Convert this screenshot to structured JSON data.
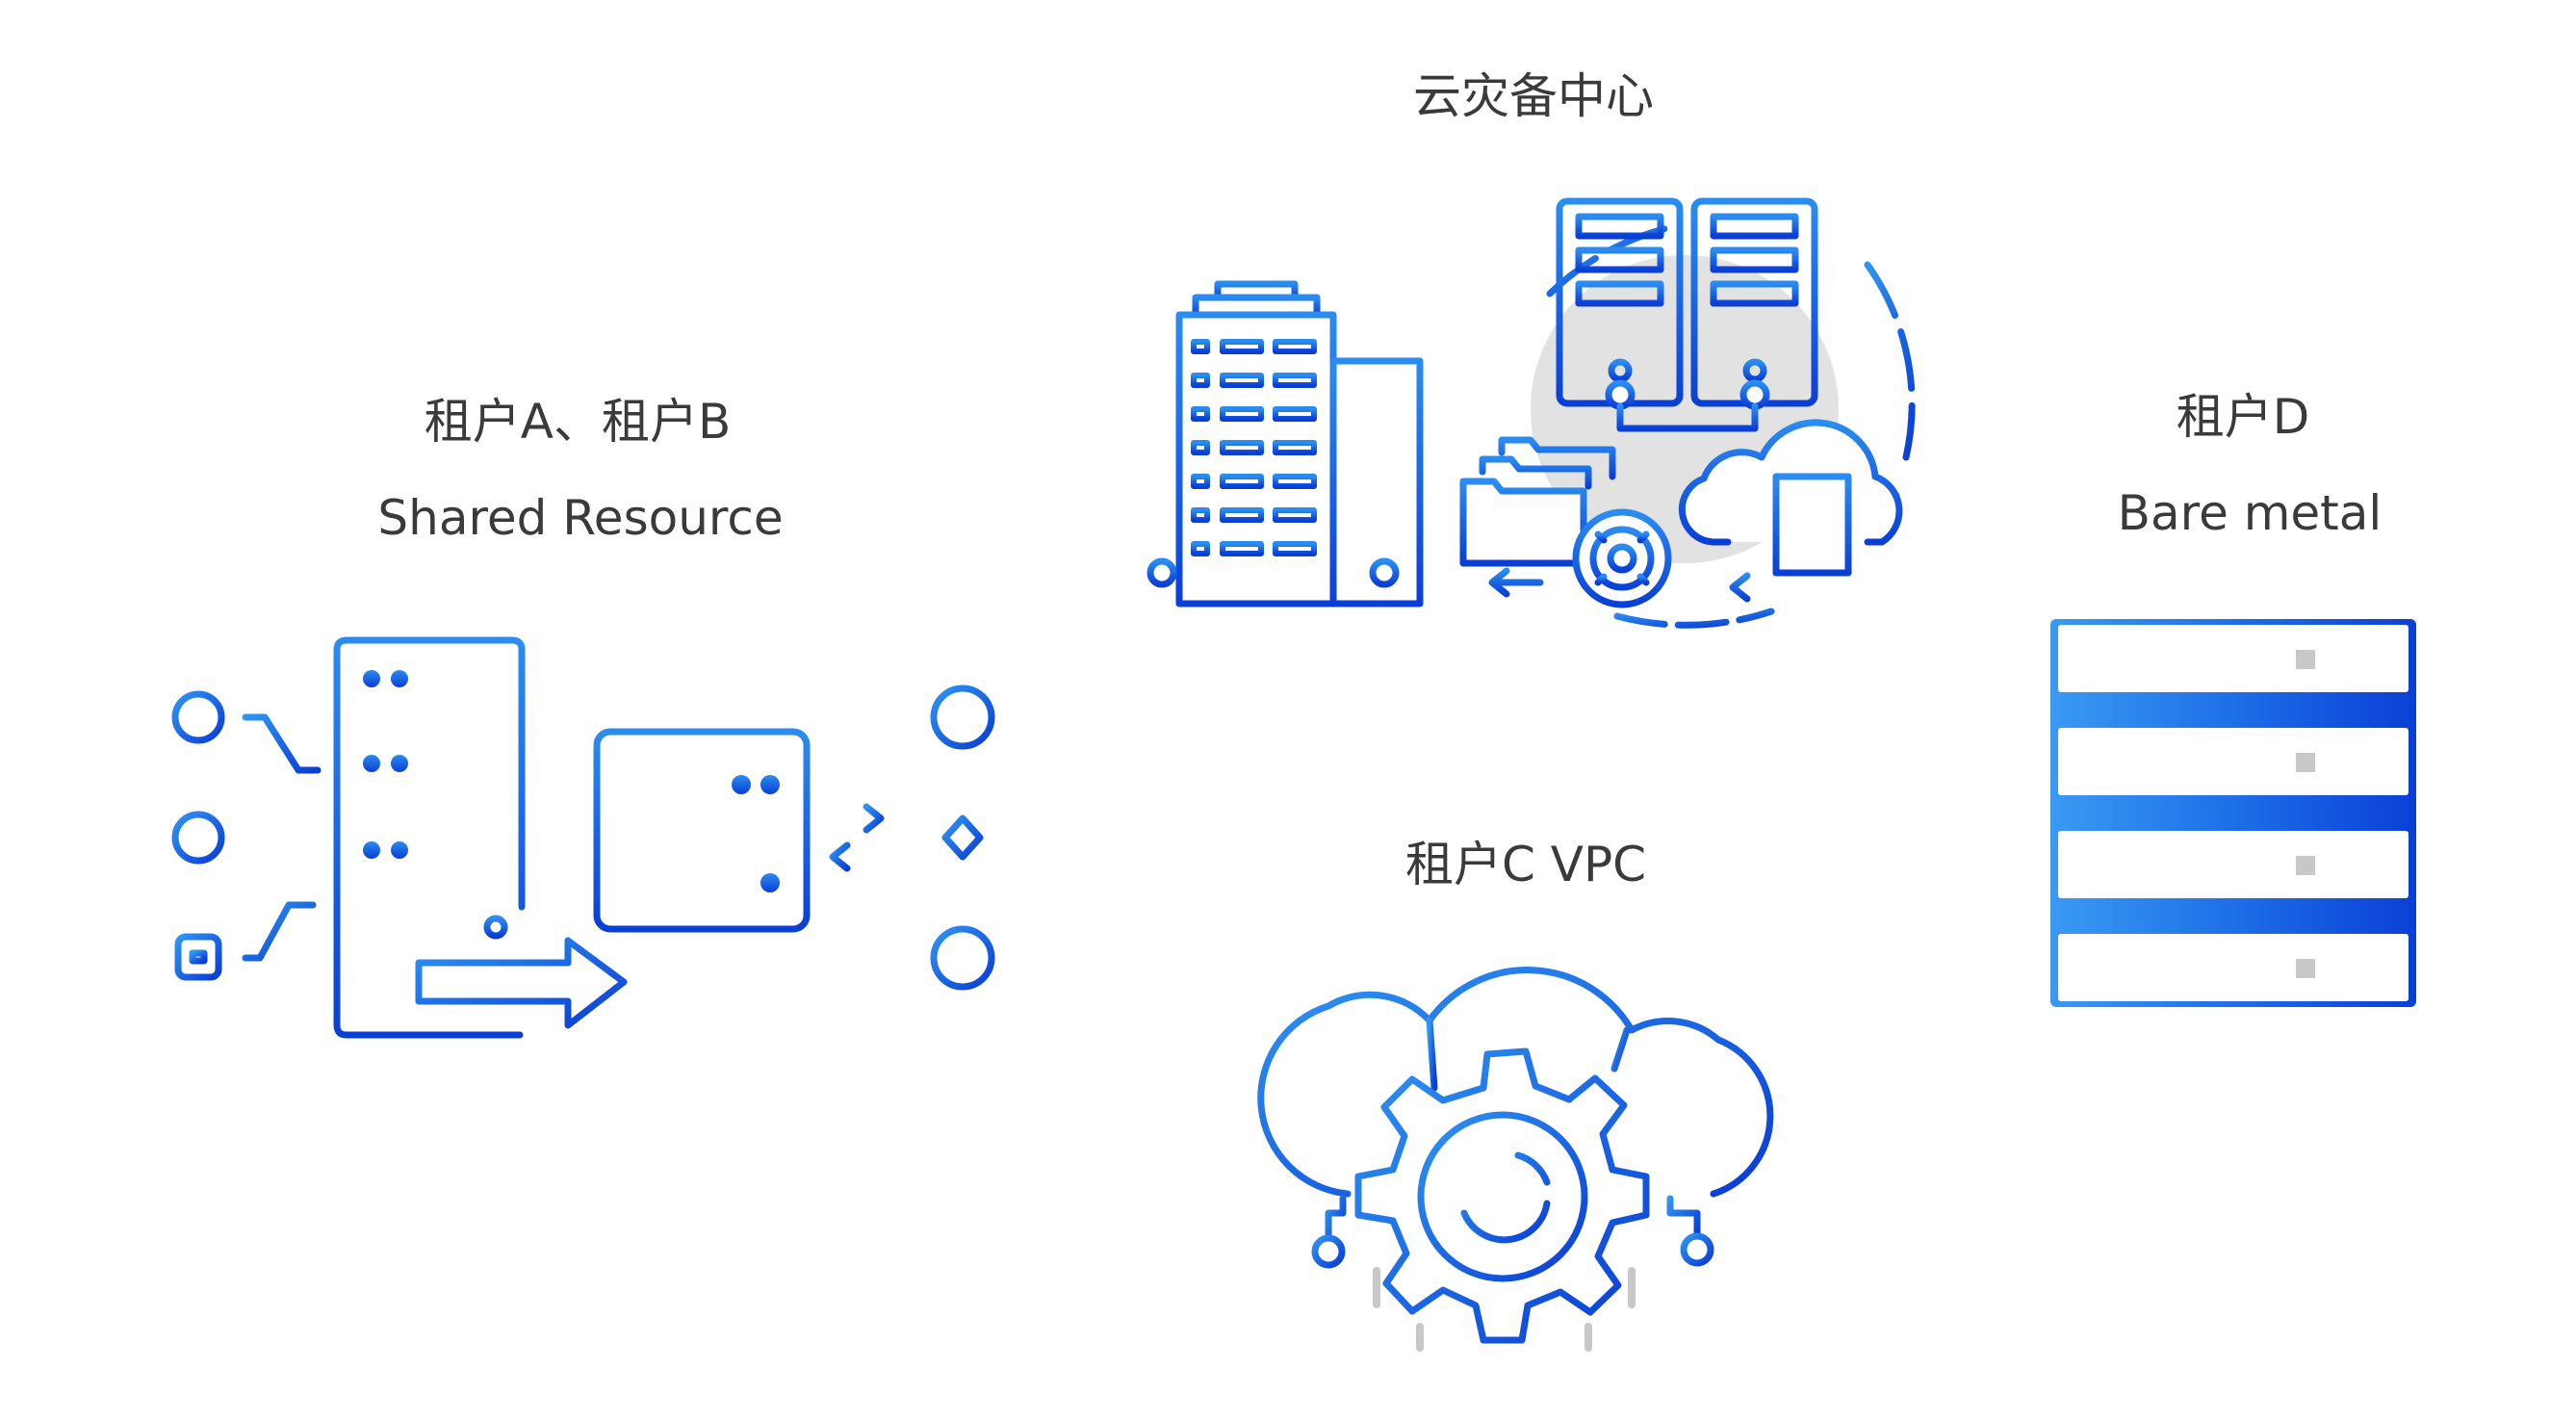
{
  "nodes": {
    "disaster_recovery": {
      "title": "云灾备中心"
    },
    "tenant_ab": {
      "title": "租户A、租户B",
      "subtitle": "Shared Resource"
    },
    "tenant_d": {
      "title": "租户D",
      "subtitle": "Bare metal"
    },
    "tenant_c": {
      "title": "租户C VPC"
    }
  },
  "colors": {
    "blue_light": "#2b8cf0",
    "blue_dark": "#0a3fd6",
    "gray_accent": "#c8c8c8",
    "gray_disc": "#e2e2e2"
  },
  "icons": [
    "datacenter-building-icon",
    "server-pair-icon",
    "folders-icon",
    "gear-icon",
    "cloud-document-icon",
    "shared-server-icon",
    "storage-unit-icon",
    "node-circle-icon",
    "bare-metal-rack-icon",
    "cloud-gear-icon"
  ]
}
